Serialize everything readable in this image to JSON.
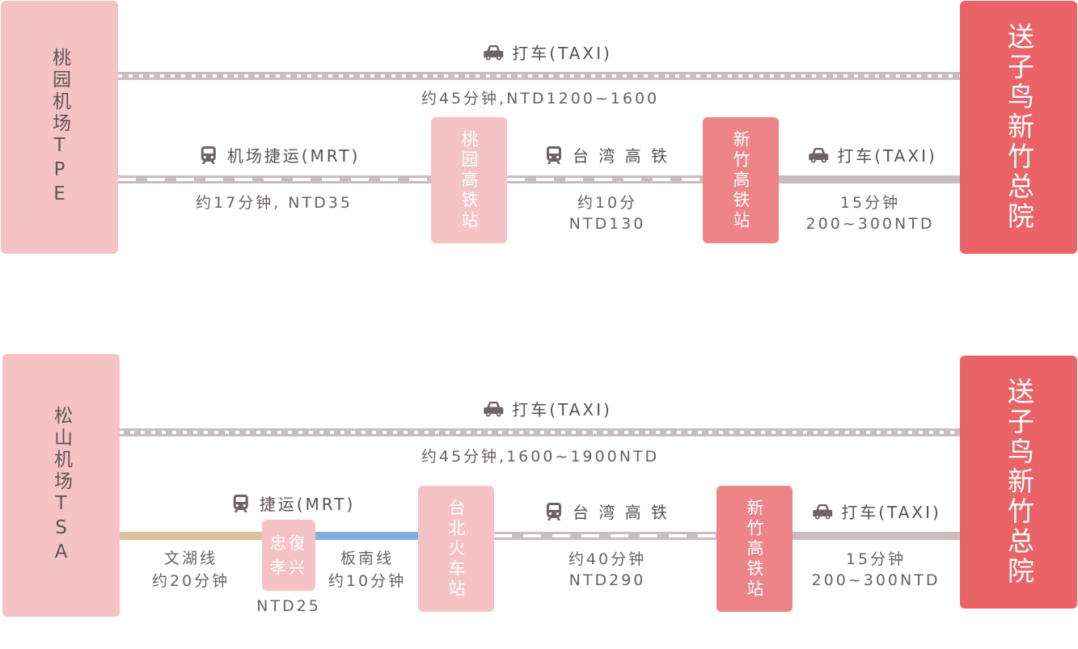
{
  "route1": {
    "origin": "桃园机场TPE",
    "destination": "送子鸟新竹总院",
    "taxi": {
      "label": "打车(TAXI)",
      "detail": "约45分钟,NTD1200~1600"
    },
    "mrt": {
      "label": "机场捷运(MRT)",
      "detail": "约17分钟, NTD35"
    },
    "station1": "桃园高铁站",
    "hsr": {
      "label": "台 湾 高 铁",
      "detail1": "约10分",
      "detail2": "NTD130"
    },
    "station2": "新竹高铁站",
    "taxi2": {
      "label": "打车(TAXI)",
      "detail1": "15分钟",
      "detail2": "200~300NTD"
    }
  },
  "route2": {
    "origin": "松山机场TSA",
    "destination": "送子鸟新竹总院",
    "taxi": {
      "label": "打车(TAXI)",
      "detail": "约45分钟,1600~1900NTD"
    },
    "mrt": {
      "label": "捷运(MRT)"
    },
    "wenhu": {
      "name": "文湖线",
      "time": "约20分钟"
    },
    "transfer": {
      "line1": "忠復",
      "line2": "孝兴",
      "fare": "NTD25"
    },
    "bannan": {
      "name": "板南线",
      "time": "约10分钟"
    },
    "station1": "台北火车站",
    "hsr": {
      "label": "台 湾 高 铁",
      "detail1": "约40分钟",
      "detail2": "NTD290"
    },
    "station2": "新竹高铁站",
    "taxi2": {
      "label": "打车(TAXI)",
      "detail1": "15分钟",
      "detail2": "200~300NTD"
    }
  },
  "colors": {
    "origin": "#f5c3c6",
    "destination": "#ea6366",
    "station_dark": "#ee8487",
    "track": "#c6bebf",
    "wenhu_line": "#dcc29a",
    "bannan_line": "#7eaede"
  },
  "icons": {
    "taxi": "car-icon",
    "train": "train-icon"
  }
}
